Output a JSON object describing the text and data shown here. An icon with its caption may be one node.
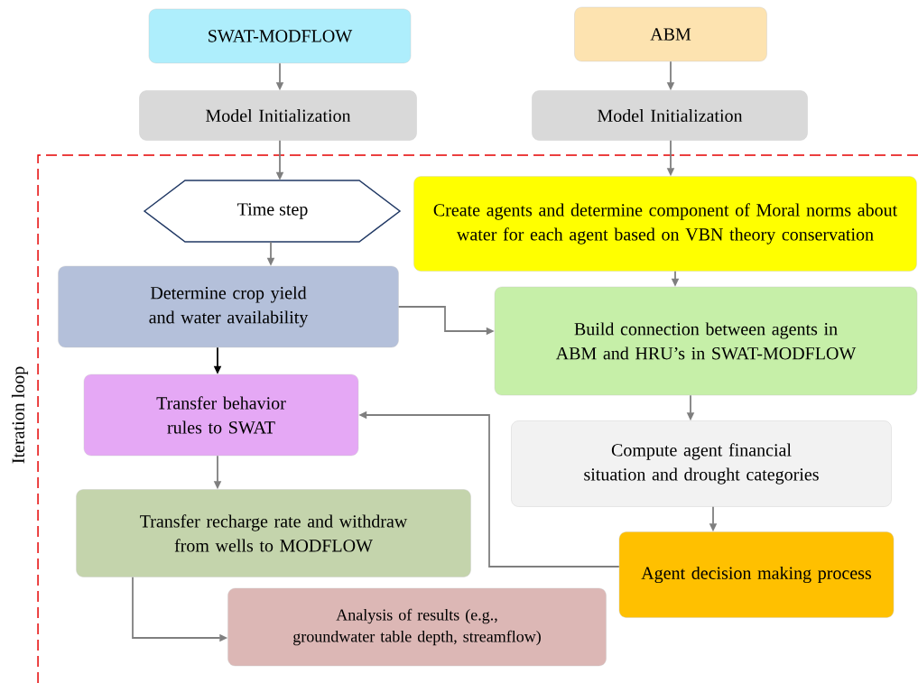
{
  "diagram": {
    "nodes": [
      {
        "text": [
          "SWAT-MODFLOW"
        ]
      },
      {
        "text": [
          "ABM"
        ]
      },
      {
        "text": [
          "Model Initialization"
        ]
      },
      {
        "text": [
          "Model Initialization"
        ]
      },
      {
        "text": [
          "Time step"
        ]
      },
      {
        "text": [
          "Create agents and determine component of Moral norms about water for each agent based on VBN theory conservation"
        ]
      },
      {
        "text": [
          "Determine crop yield and water availability"
        ]
      },
      {
        "text": [
          "Build connection between agents in ABM and HRU’s in SWAT-MODFLOW"
        ]
      },
      {
        "text": [
          "Transfer behavior rules to SWAT"
        ]
      },
      {
        "text": [
          "Compute agent financial situation and drought categories"
        ]
      },
      {
        "text": [
          "Transfer recharge rate and withdraw from wells to MODFLOW"
        ]
      },
      {
        "text": [
          "Agent decision making process"
        ]
      },
      {
        "text": [
          "Analysis of results (e.g., groundwater table depth, streamflow)"
        ]
      }
    ],
    "edges": [
      {
        "from": 0,
        "to": 2,
        "arrow": "to"
      },
      {
        "from": 1,
        "to": 3,
        "arrow": "to"
      },
      {
        "from": 2,
        "to": 4,
        "arrow": "to"
      },
      {
        "from": 3,
        "to": 5,
        "arrow": "to"
      },
      {
        "from": 4,
        "to": 6,
        "arrow": "to"
      },
      {
        "from": 5,
        "to": 7,
        "arrow": "to"
      },
      {
        "from": 6,
        "to": 7,
        "arrow": "to"
      },
      {
        "from": 6,
        "to": 8,
        "arrow": "to",
        "color": "#000000"
      },
      {
        "from": 7,
        "to": 9,
        "arrow": "to"
      },
      {
        "from": 9,
        "to": 11,
        "arrow": "to"
      },
      {
        "from": 11,
        "to": 8,
        "arrow": "to"
      },
      {
        "from": 8,
        "to": 10,
        "arrow": "to"
      },
      {
        "from": 10,
        "to": 12,
        "arrow": "to"
      }
    ],
    "labels": [
      "Iteration loop"
    ]
  }
}
